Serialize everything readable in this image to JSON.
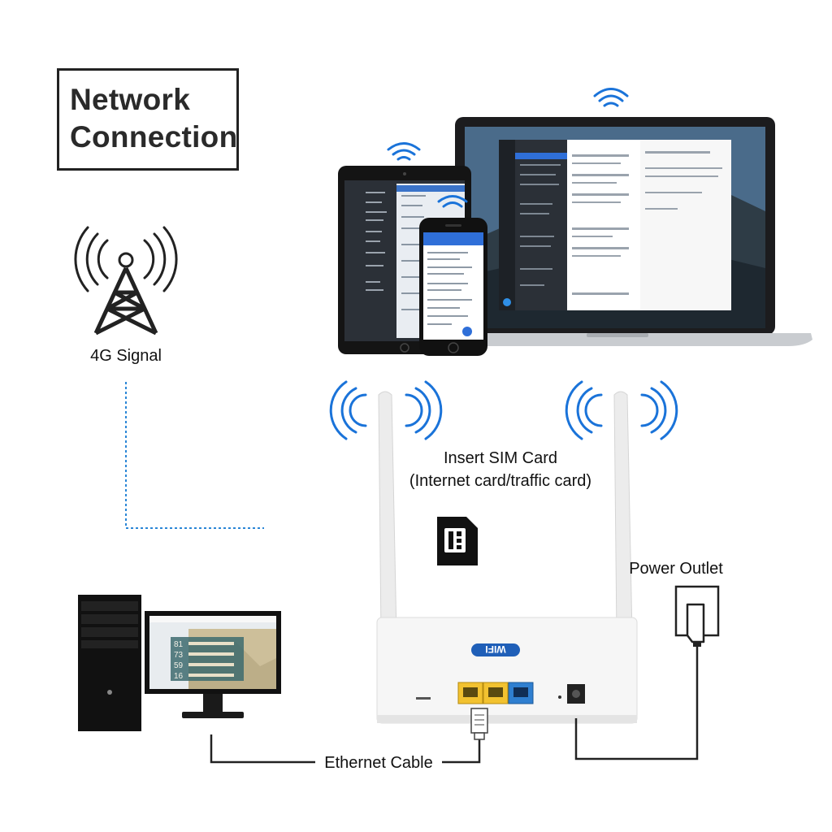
{
  "title": {
    "line1": "Network",
    "line2": "Connection"
  },
  "labels": {
    "signal": "4G Signal",
    "sim_line1": "Insert SIM Card",
    "sim_line2": "(Internet card/traffic card)",
    "power": "Power Outlet",
    "ethernet": "Ethernet Cable"
  },
  "router_logo": "WIFI",
  "monitor_readings": [
    "81",
    "73",
    "59",
    "16"
  ],
  "colors": {
    "wifi_wave": "#1a73d9",
    "dotted_line": "#2a86d6",
    "lan_port": "#f2c230",
    "wan_port": "#2f7fd0",
    "frame": "#222222"
  }
}
